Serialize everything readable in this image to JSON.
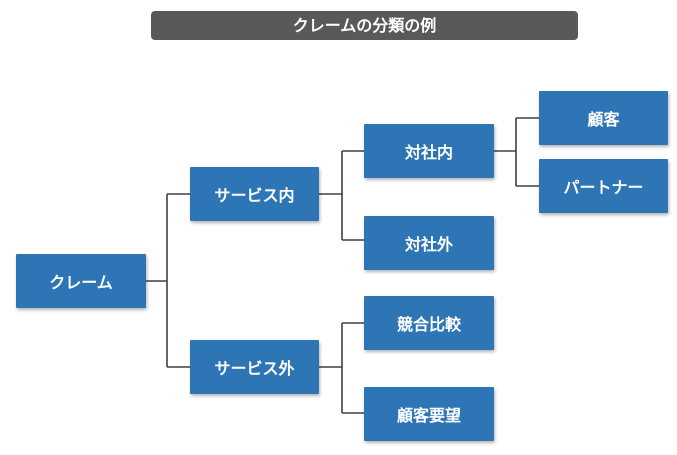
{
  "title": "クレームの分類の例",
  "nodes": {
    "root": "クレーム",
    "internal": "サービス内",
    "external": "サービス外",
    "internal_company": "対社内",
    "external_company": "対社外",
    "customer": "顧客",
    "partner": "パートナー",
    "competitor": "競合比較",
    "customer_request": "顧客要望"
  },
  "colors": {
    "node_fill": "#2e75b6",
    "title_fill": "#595959",
    "connector": "#404040"
  }
}
